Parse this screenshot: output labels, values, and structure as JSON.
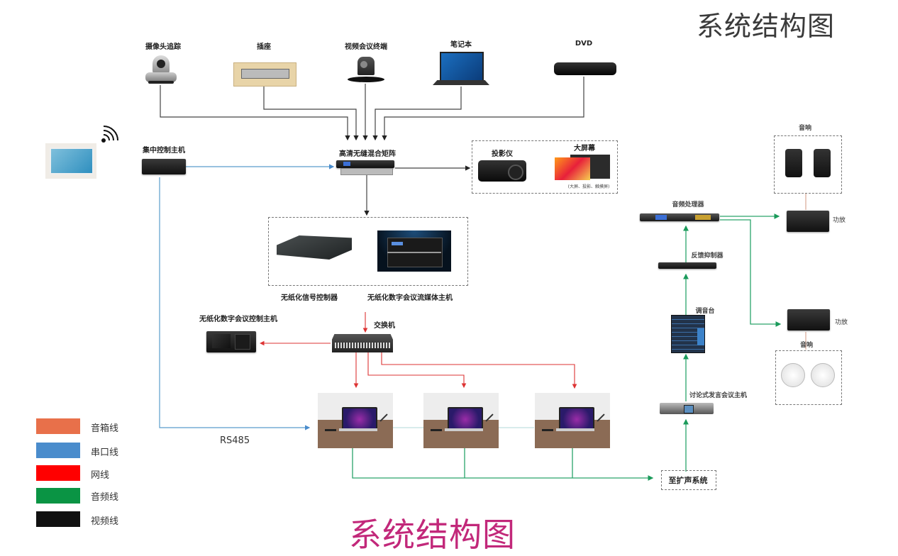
{
  "titles": {
    "top": "系统结构图",
    "bottom": "系统结构图"
  },
  "colors": {
    "speaker_line": "#e8704a",
    "serial_line": "#4a8ccc",
    "network_line": "#ff0000",
    "audio_line": "#0a9444",
    "video_line": "#111111",
    "title_bottom": "#c2287a",
    "title_top": "#3a3a3a"
  },
  "sources": [
    {
      "label": "摄像头追踪",
      "icon": "ptz-camera-icon"
    },
    {
      "label": "插座",
      "icon": "floor-socket-icon"
    },
    {
      "label": "视频会议终端",
      "icon": "video-conference-camera-icon"
    },
    {
      "label": "笔记本",
      "icon": "laptop-icon"
    },
    {
      "label": "DVD",
      "icon": "dvd-player-icon"
    }
  ],
  "devices": {
    "tablet": {
      "icon": "touch-panel-icon"
    },
    "wifi": {
      "icon": "wifi-icon"
    },
    "central_controller": {
      "label": "集中控制主机"
    },
    "matrix": {
      "label": "高清无缝混合矩阵"
    },
    "projector": {
      "label": "投影仪"
    },
    "big_screen": {
      "label": "大屏幕",
      "caption": "(大屏、投影、触摸屏)"
    },
    "paperless_signal_controller": {
      "label": "无纸化信号控制器"
    },
    "paperless_streaming_host": {
      "label": "无纸化数字会议流媒体主机"
    },
    "paperless_control_host": {
      "label": "无纸化数字会议控制主机"
    },
    "switch": {
      "label": "交换机"
    },
    "audio_processor": {
      "label": "音频处理器"
    },
    "feedback_suppressor": {
      "label": "反馈抑制器"
    },
    "mixer": {
      "label": "调音台"
    },
    "discussion_host": {
      "label": "讨论式发言会议主机"
    },
    "pa_system": {
      "label": "至扩声系统"
    },
    "amp_top": {
      "label": "功放"
    },
    "amp_bottom": {
      "label": "功放"
    },
    "speakers_top": {
      "label": "音响"
    },
    "speakers_bottom": {
      "label": "音响"
    },
    "rs485": {
      "label": "RS485"
    }
  },
  "desks": [
    {
      "name": "desk-terminal-1"
    },
    {
      "name": "desk-terminal-2"
    },
    {
      "name": "desk-terminal-3"
    }
  ],
  "legend": [
    {
      "label": "音箱线",
      "color": "#e8704a"
    },
    {
      "label": "串口线",
      "color": "#4a8ccc"
    },
    {
      "label": "网线",
      "color": "#ff0000"
    },
    {
      "label": "音频线",
      "color": "#0a9444"
    },
    {
      "label": "视频线",
      "color": "#111111"
    }
  ]
}
